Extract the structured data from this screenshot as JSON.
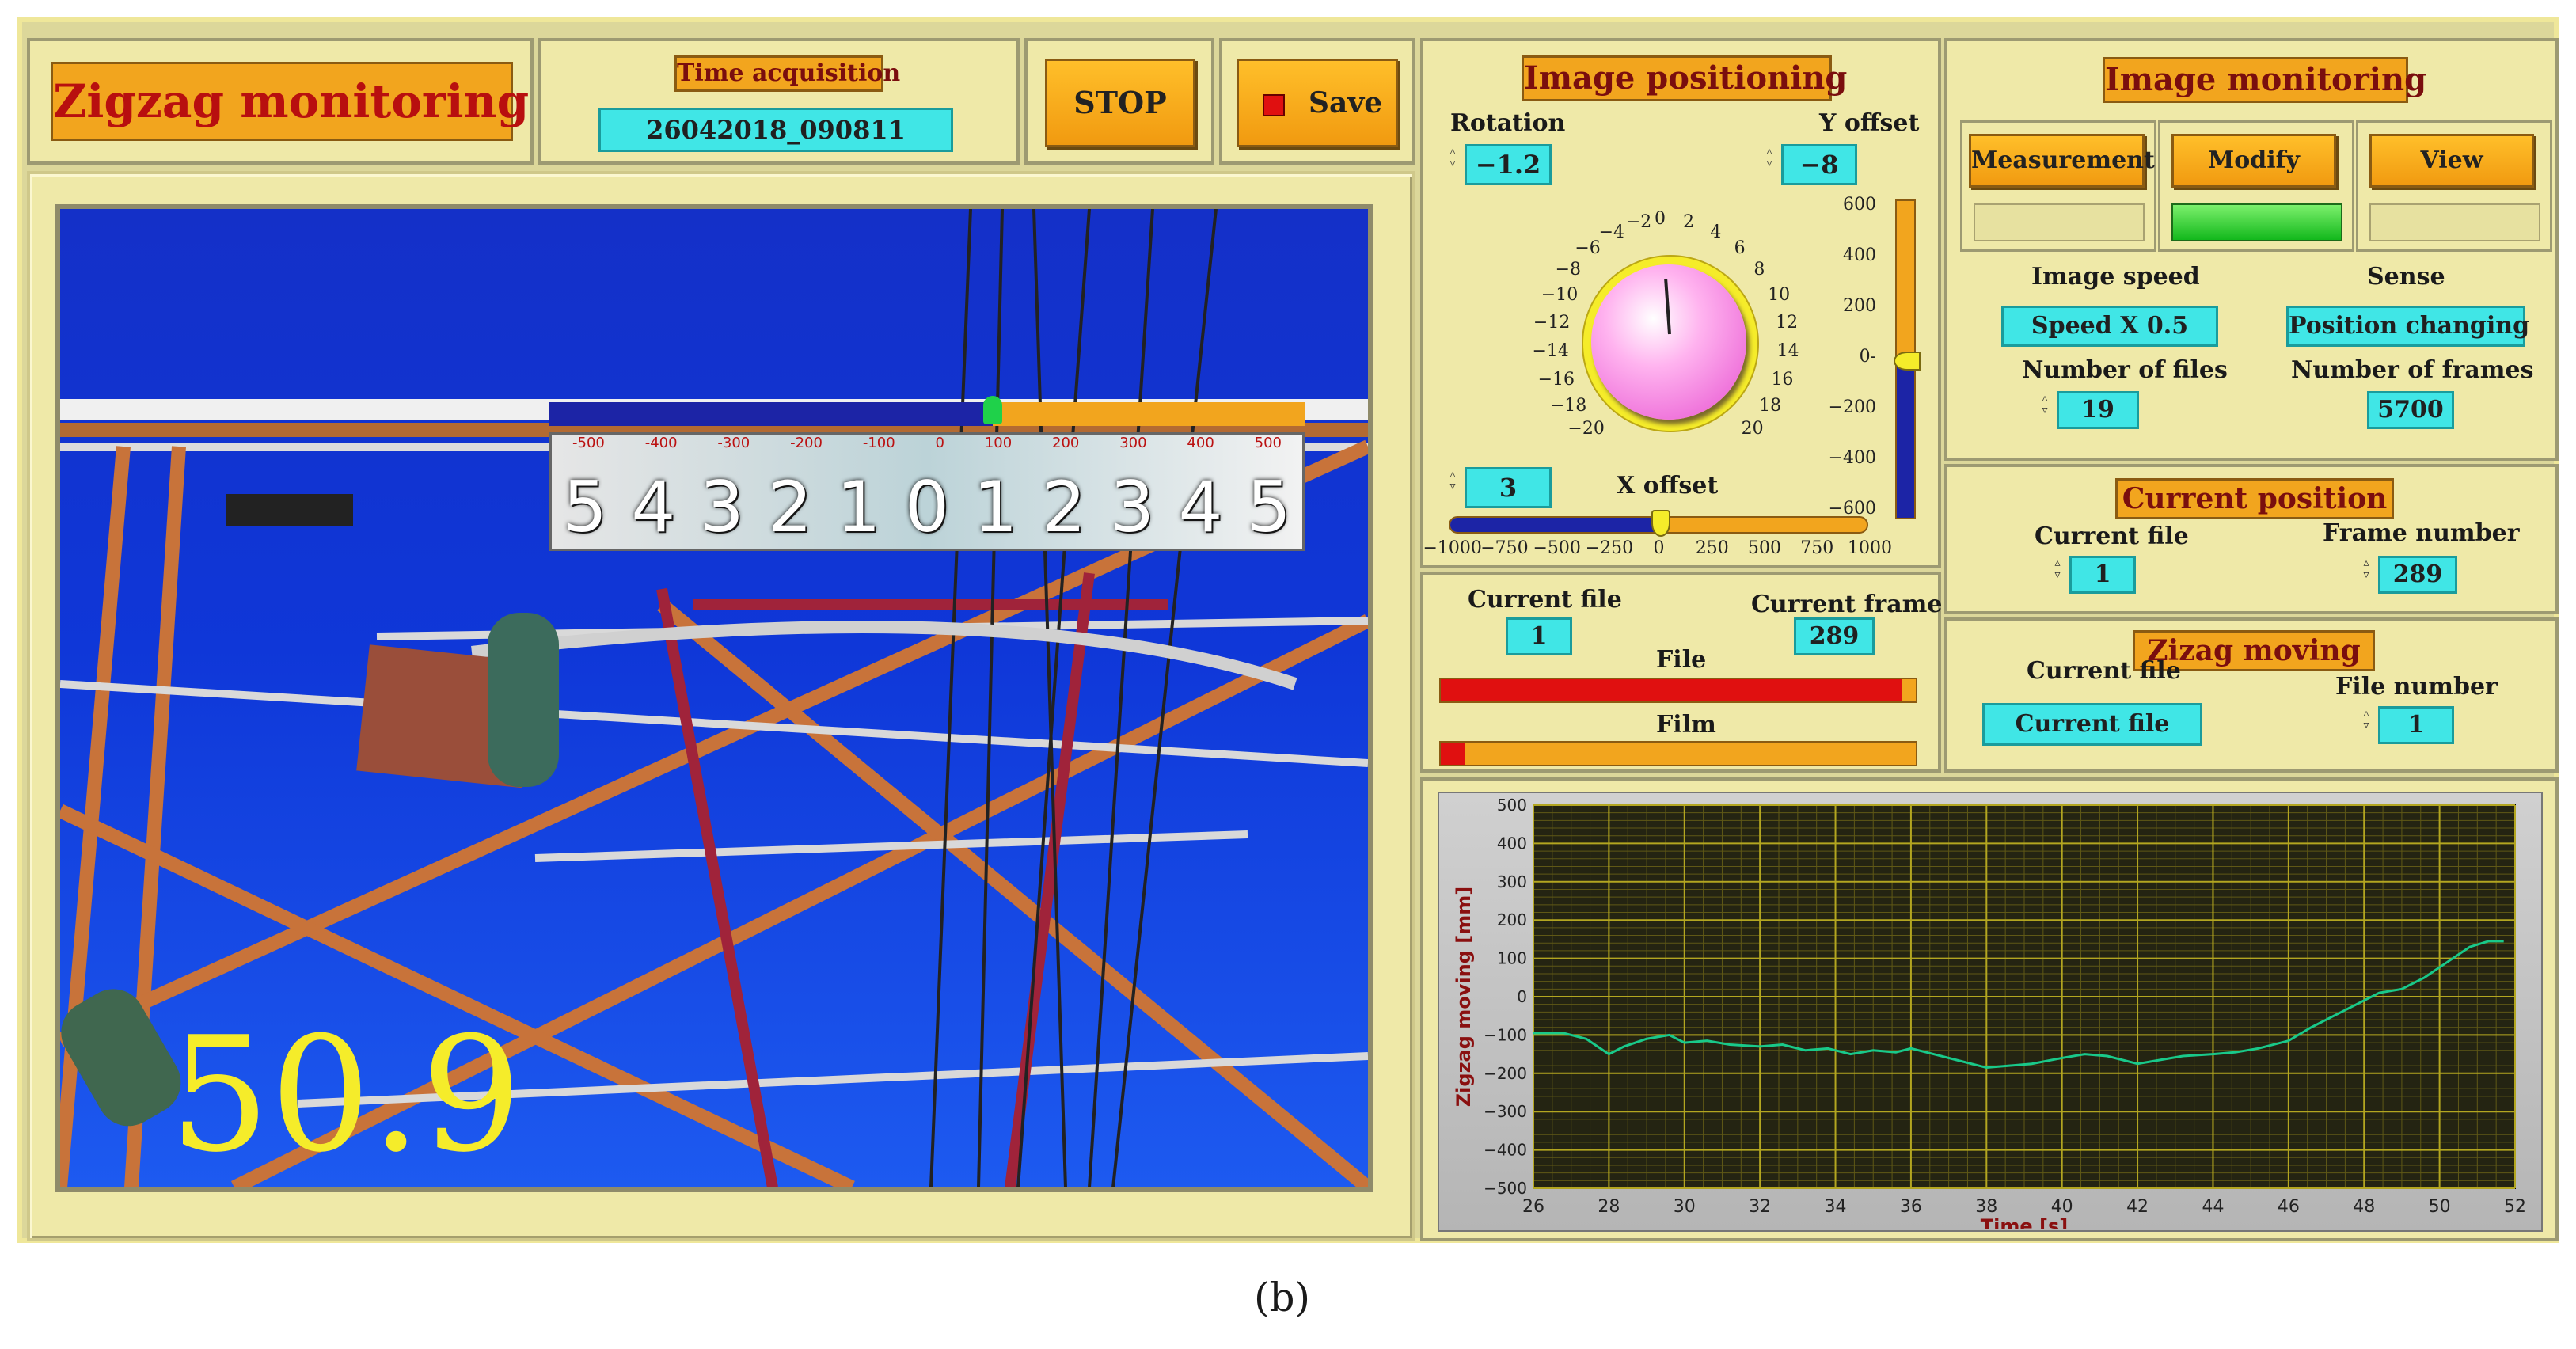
{
  "header": {
    "app_title": "Zigzag monitoring",
    "time_acquisition_label": "Time acquisition",
    "time_acquisition_value": "26042018_090811",
    "stop_label": "STOP",
    "save_label": "Save"
  },
  "video": {
    "overlay_value": "50.9",
    "ruler_ticks": [
      "-500",
      "-400",
      "-300",
      "-200",
      "-100",
      "0",
      "100",
      "200",
      "300",
      "400",
      "500"
    ],
    "ruler_digits": [
      "5",
      "4",
      "3",
      "2",
      "1",
      "0",
      "1",
      "2",
      "3",
      "4",
      "5"
    ]
  },
  "image_positioning": {
    "title": "Image positioning",
    "rotation_label": "Rotation",
    "rotation_value": "−1.2",
    "y_offset_label": "Y offset",
    "y_offset_value": "−8",
    "x_offset_label": "X offset",
    "x_offset_value": "3",
    "knob_ticks": [
      "0",
      "2",
      "4",
      "6",
      "8",
      "10",
      "12",
      "14",
      "16",
      "18",
      "20",
      "−2",
      "−4",
      "−6",
      "−8",
      "−10",
      "−12",
      "−14",
      "−16",
      "−18",
      "−20"
    ],
    "y_scale": [
      "600",
      "400",
      "200",
      "0-",
      "−200",
      "−400",
      "−600"
    ],
    "x_scale": [
      "−1000",
      "−750",
      "−500",
      "−250",
      "0",
      "250",
      "500",
      "750",
      "1000"
    ]
  },
  "playback": {
    "current_file_label": "Current file",
    "current_file_value": "1",
    "current_frame_label": "Current frame",
    "current_frame_value": "289",
    "file_label": "File",
    "file_progress": 0.97,
    "film_label": "Film",
    "film_progress": 0.05
  },
  "image_monitoring": {
    "title": "Image monitoring",
    "measurement_label": "Measurement",
    "modify_label": "Modify",
    "view_label": "View",
    "image_speed_label": "Image speed",
    "image_speed_value": "Speed X 0.5",
    "sense_label": "Sense",
    "sense_value": "Position changing",
    "number_of_files_label": "Number of files",
    "number_of_files_value": "19",
    "number_of_frames_label": "Number of frames",
    "number_of_frames_value": "5700"
  },
  "current_position": {
    "title": "Current position",
    "current_file_label": "Current file",
    "current_file_value": "1",
    "frame_number_label": "Frame  number",
    "frame_number_value": "289"
  },
  "zigzag_moving": {
    "title": "Zizag moving",
    "current_file_label": "Current file",
    "current_file_value": "Current file",
    "file_number_label": "File number",
    "file_number_value": "1"
  },
  "colors": {
    "accent_orange": "#f2a51e",
    "readout_cyan": "#40e6e6",
    "chart_bg": "#242412",
    "trace": "#19c98a",
    "grid": "#b3a620",
    "progress_red": "#e01010",
    "slider_blue": "#1c24a6"
  },
  "caption": "(b)",
  "chart_data": {
    "type": "line",
    "xlabel": "Time [s]",
    "ylabel": "Zigzag moving [mm]",
    "xlim": [
      26,
      52
    ],
    "ylim": [
      -500,
      500
    ],
    "xticks": [
      "26",
      "28",
      "30",
      "32",
      "34",
      "36",
      "38",
      "40",
      "42",
      "44",
      "46",
      "48",
      "50",
      "52"
    ],
    "yticks": [
      "500",
      "400",
      "300",
      "200",
      "100",
      "0",
      "−100",
      "−200",
      "−300",
      "−400",
      "−500"
    ],
    "grid": true,
    "series": [
      {
        "x": [
          26,
          26.8,
          27.4,
          28,
          28.4,
          29,
          29.6,
          30,
          30.6,
          31.2,
          32,
          32.6,
          33.2,
          33.8,
          34.4,
          35,
          35.6,
          36,
          36.6,
          37.2,
          38,
          38.6,
          39.2,
          40,
          40.6,
          41.2,
          42,
          42.6,
          43.2,
          44,
          44.6,
          45.2,
          46,
          46.6,
          47.2,
          47.8,
          48.4,
          49,
          49.6,
          50.2,
          50.8,
          51.3,
          51.7
        ],
        "y": [
          -95,
          -95,
          -110,
          -150,
          -130,
          -110,
          -100,
          -120,
          -115,
          -125,
          -130,
          -125,
          -140,
          -135,
          -150,
          -140,
          -145,
          -135,
          -150,
          -165,
          -185,
          -180,
          -175,
          -160,
          -150,
          -155,
          -175,
          -165,
          -155,
          -150,
          -145,
          -135,
          -115,
          -80,
          -50,
          -20,
          10,
          20,
          50,
          90,
          130,
          145,
          145
        ]
      }
    ]
  }
}
